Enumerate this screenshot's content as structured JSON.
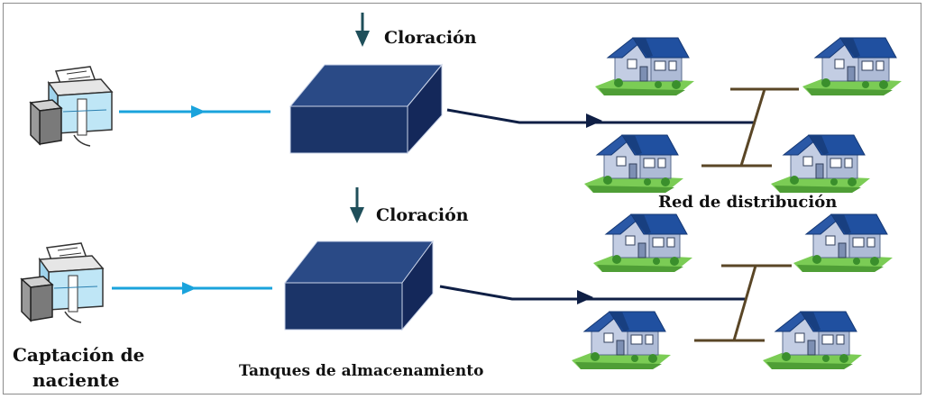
{
  "labels": {
    "chlorination_top": "Cloración",
    "chlorination_bottom": "Cloración",
    "distribution_network": "Red de distribución",
    "spring_capture_line1": "Captación de",
    "spring_capture_line2": "naciente",
    "storage_tanks": "Tanques de almacenamiento"
  },
  "colors": {
    "water_flow": "#1aa3dc",
    "tank_front": "#1b3468",
    "tank_top": "#2a4a86",
    "tank_side": "#14285a",
    "outflow_line": "#0f1f45",
    "chlorine_arrow": "#1f4f5a",
    "pipe": "#5a4626",
    "roof": "#1f4fa0",
    "wall": "#b9c6de",
    "lawn": "#6cc24a"
  }
}
